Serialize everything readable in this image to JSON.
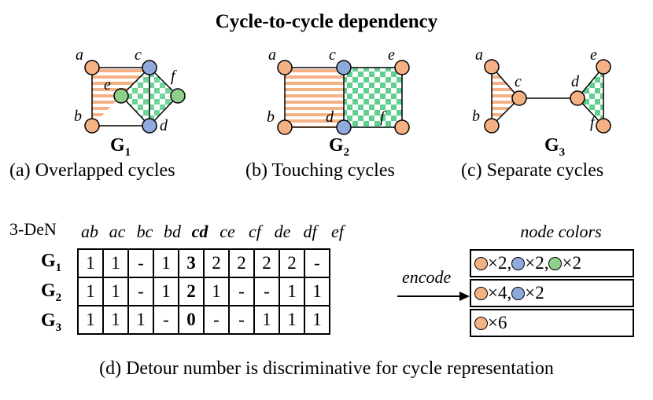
{
  "title": "Cycle-to-cycle dependency",
  "colors": {
    "orange": "#f4b183",
    "blue": "#8faadc",
    "green": "#8fcf8a",
    "stripe": "#f4b183",
    "checker": "#5fd08f"
  },
  "panels": [
    {
      "graph_name": "G",
      "graph_sub": "1",
      "caption": "(a) Overlapped cycles",
      "nodes": [
        "a",
        "b",
        "c",
        "d",
        "e",
        "f"
      ]
    },
    {
      "graph_name": "G",
      "graph_sub": "2",
      "caption": "(b) Touching cycles",
      "nodes": [
        "a",
        "b",
        "c",
        "d",
        "e",
        "f"
      ]
    },
    {
      "graph_name": "G",
      "graph_sub": "3",
      "caption": "(c) Separate cycles",
      "nodes": [
        "a",
        "b",
        "c",
        "d",
        "e",
        "f"
      ]
    }
  ],
  "table": {
    "label": "3-DeN",
    "columns": [
      "ab",
      "ac",
      "bc",
      "bd",
      "cd",
      "ce",
      "cf",
      "de",
      "df",
      "ef"
    ],
    "rows": [
      {
        "name": "G",
        "sub": "1",
        "values": [
          "1",
          "1",
          "-",
          "1",
          "3",
          "2",
          "2",
          "2",
          "2",
          "-"
        ]
      },
      {
        "name": "G",
        "sub": "2",
        "values": [
          "1",
          "1",
          "-",
          "1",
          "2",
          "1",
          "-",
          "-",
          "1",
          "1"
        ]
      },
      {
        "name": "G",
        "sub": "3",
        "values": [
          "1",
          "1",
          "1",
          "-",
          "0",
          "-",
          "-",
          "1",
          "1",
          "1"
        ]
      }
    ]
  },
  "encode_label": "encode",
  "node_colors": {
    "title": "node colors",
    "rows": [
      [
        {
          "color": "orange",
          "text": "×2,"
        },
        {
          "color": "blue",
          "text": "×2,"
        },
        {
          "color": "green",
          "text": "×2"
        }
      ],
      [
        {
          "color": "orange",
          "text": "×4,"
        },
        {
          "color": "blue",
          "text": "×2"
        }
      ],
      [
        {
          "color": "orange",
          "text": "×6"
        }
      ]
    ]
  },
  "bottom_caption": "(d) Detour number is discriminative for cycle representation"
}
